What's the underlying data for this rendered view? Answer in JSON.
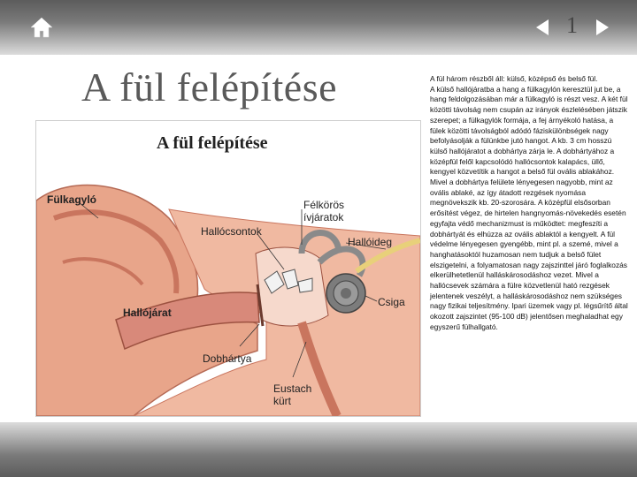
{
  "nav": {
    "page_number": "1"
  },
  "title": "A fül felépítése",
  "figure": {
    "title": "A fül felépítése",
    "labels": {
      "fulkagylo": "Fülkagyló",
      "felkoros": "Félkörös\nívjáratok",
      "hallocsontok": "Hallócsontok",
      "halloideg": "Hallóideg",
      "csiga": "Csiga",
      "hallojarat": "Hallójárat",
      "dobhartya": "Dobhártya",
      "eustach": "Eustach\nkürt"
    }
  },
  "body_text": {
    "paragraph1": "A fül három részből áll: külső, középső és belső fül.",
    "paragraph2": "A külső hallójáratba a hang a fülkagylón keresztül jut be, a hang feldolgozásában már a fülkagyló is részt vesz. A két fül közötti távolság nem csupán az irányok észlelésében játszik szerepet; a fülkagylók formája, a fej árnyékoló hatása, a fülek közötti távolságból adódó fáziskülönbségek nagy befolyásolják a fülünkbe jutó hangot. A kb. 3 cm hosszú külső hallójáratot a dobhártya zárja le. A dobhártyához a középfül felől kapcsolódó hallócsontok kalapács, üllő, kengyel közvetítik a hangot a belső fül ovális ablakához. Mivel a dobhártya felülete lényegesen nagyobb, mint az ovális ablaké, az így átadott rezgések nyomása megnövekszik kb. 20-szorosára. A középfül elsősorban erősítést végez, de hirtelen hangnyomás-növekedés esetén egyfajta védő mechanizmust is működtet: megfeszíti a dobhártyát és elhúzza az ovális ablaktól a kengyelt. A fül védelme lényegesen gyengébb, mint pl. a szemé, mivel a hanghatásoktól huzamosan nem tudjuk a belső fület elszigetelni, a folyamatosan nagy zajszinttel járó foglalkozás elkerülhetetlenül halláskárosodáshoz vezet. Mivel a hallócsevek számára a fülre közvetlenül ható rezgések jelentenek veszélyt, a halláskárosodáshoz nem szükséges nagy fizikai teljesítmény. Ipari üzemek vagy pl. légsűrítő által okozott zajszintet (95-100 dB) jelentősen meghaladhat egy egyszerű fülhallgató."
  },
  "colors": {
    "skin": "#e8a58a",
    "skin_dark": "#c9755e",
    "canal_inner": "#d8897a",
    "cochlea": "#8a8a8a",
    "bone_white": "#f2f2f2"
  }
}
